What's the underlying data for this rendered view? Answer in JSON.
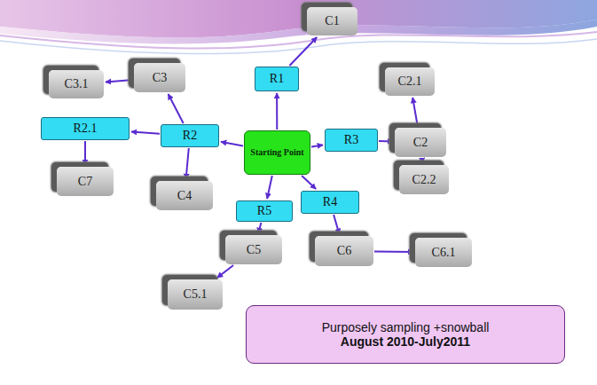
{
  "diagram": {
    "nodes": [
      {
        "text": [
          "C1"
        ]
      },
      {
        "text": [
          "C3.1"
        ]
      },
      {
        "text": [
          "C3"
        ]
      },
      {
        "text": [
          "R1"
        ]
      },
      {
        "text": [
          "C2.1"
        ]
      },
      {
        "text": [
          "R2.1"
        ]
      },
      {
        "text": [
          "R2"
        ]
      },
      {
        "text": [
          "Starting Point"
        ]
      },
      {
        "text": [
          "R3"
        ]
      },
      {
        "text": [
          "C2"
        ]
      },
      {
        "text": [
          "C7"
        ]
      },
      {
        "text": [
          "C4"
        ]
      },
      {
        "text": [
          "C2.2"
        ]
      },
      {
        "text": [
          "R5"
        ]
      },
      {
        "text": [
          "R4"
        ]
      },
      {
        "text": [
          "C5"
        ]
      },
      {
        "text": [
          "C6"
        ]
      },
      {
        "text": [
          "C6.1"
        ]
      },
      {
        "text": [
          "C5.1"
        ]
      },
      {
        "text": [
          "Purposely sampling +snowball",
          "August 2010-July2011"
        ]
      }
    ],
    "edges": [
      {
        "from": 7,
        "to": 3,
        "arrow": "to"
      },
      {
        "from": 3,
        "to": 0,
        "arrow": "to"
      },
      {
        "from": 7,
        "to": 6,
        "arrow": "to"
      },
      {
        "from": 6,
        "to": 2,
        "arrow": "to"
      },
      {
        "from": 2,
        "to": 1,
        "arrow": "to"
      },
      {
        "from": 6,
        "to": 5,
        "arrow": "to"
      },
      {
        "from": 5,
        "to": 10,
        "arrow": "to"
      },
      {
        "from": 6,
        "to": 11,
        "arrow": "to"
      },
      {
        "from": 7,
        "to": 8,
        "arrow": "to"
      },
      {
        "from": 8,
        "to": 9,
        "arrow": "to"
      },
      {
        "from": 9,
        "to": 4,
        "arrow": "to"
      },
      {
        "from": 9,
        "to": 12,
        "arrow": "to"
      },
      {
        "from": 7,
        "to": 13,
        "arrow": "to"
      },
      {
        "from": 13,
        "to": 15,
        "arrow": "to"
      },
      {
        "from": 15,
        "to": 18,
        "arrow": "to"
      },
      {
        "from": 7,
        "to": 14,
        "arrow": "to"
      },
      {
        "from": 14,
        "to": 16,
        "arrow": "to"
      },
      {
        "from": 16,
        "to": 17,
        "arrow": "to"
      }
    ]
  }
}
